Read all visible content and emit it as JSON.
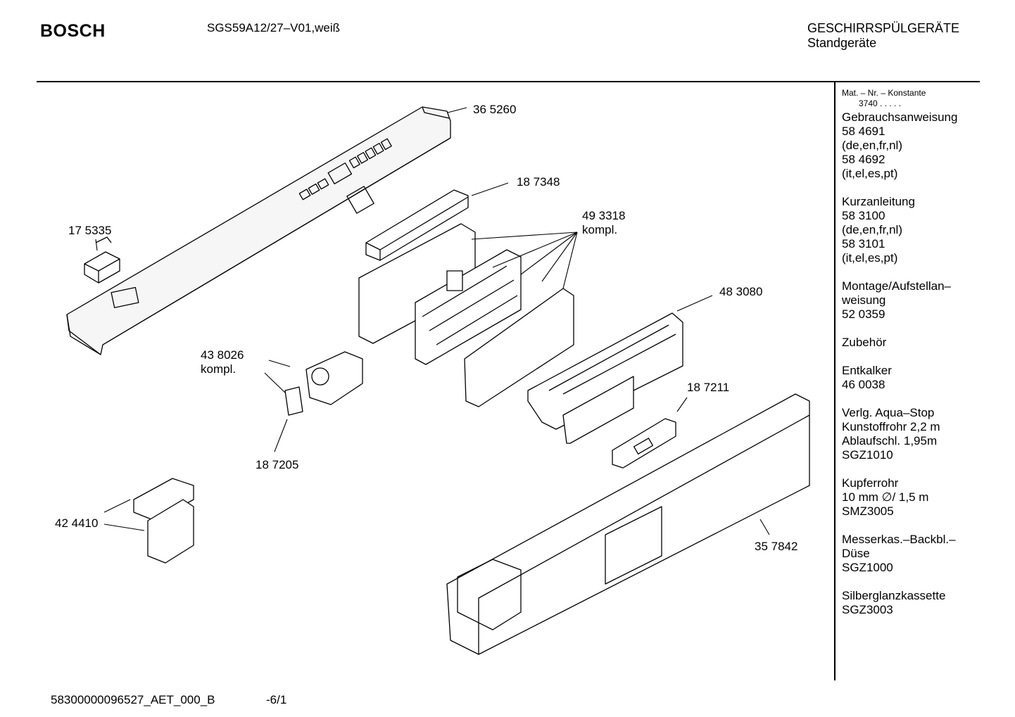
{
  "header": {
    "brand": "BOSCH",
    "model": "SGS59A12/27–V01,weiß",
    "category_line1": "GESCHIRRSPÜLGERÄTE",
    "category_line2": "Standgeräte"
  },
  "parts": [
    {
      "id": "p1",
      "line1": "36 5260",
      "line2": ""
    },
    {
      "id": "p2",
      "line1": "18 7348",
      "line2": ""
    },
    {
      "id": "p3",
      "line1": "49 3318",
      "line2": "kompl."
    },
    {
      "id": "p4",
      "line1": "17 5335",
      "line2": ""
    },
    {
      "id": "p5",
      "line1": "48 3080",
      "line2": ""
    },
    {
      "id": "p6",
      "line1": "43 8026",
      "line2": "kompl."
    },
    {
      "id": "p7",
      "line1": "18 7211",
      "line2": ""
    },
    {
      "id": "p8",
      "line1": "18 7205",
      "line2": ""
    },
    {
      "id": "p9",
      "line1": "42 4410",
      "line2": ""
    },
    {
      "id": "p10",
      "line1": "35 7842",
      "line2": ""
    }
  ],
  "sidebar": {
    "mat_label": "Mat. – Nr. – Konstante",
    "mat_value": "3740 .   .   .   .   .",
    "groups": [
      [
        "Gebrauchsanweisung",
        "58 4691",
        "(de,en,fr,nl)",
        "58 4692",
        "(it,el,es,pt)"
      ],
      [
        "Kurzanleitung",
        "58 3100",
        "(de,en,fr,nl)",
        "58 3101",
        "(it,el,es,pt)"
      ],
      [
        "Montage/Aufstellan–",
        "weisung",
        "52 0359"
      ],
      [],
      [
        "Zubehör"
      ],
      [
        "Entkalker",
        "46 0038"
      ],
      [
        "Verlg. Aqua–Stop",
        "Kunstoffrohr 2,2 m",
        "Ablaufschl. 1,95m",
        "SGZ1010"
      ],
      [
        "Kupferrohr",
        "10 mm ∅/ 1,5 m",
        "SMZ3005"
      ],
      [
        "Messerkas.–Backbl.–",
        "Düse",
        "SGZ1000"
      ],
      [
        "Silberglanzkassette",
        "SGZ3003"
      ]
    ]
  },
  "footer": {
    "doc_id": "58300000096527_AET_000_B",
    "page": "-6/1"
  }
}
